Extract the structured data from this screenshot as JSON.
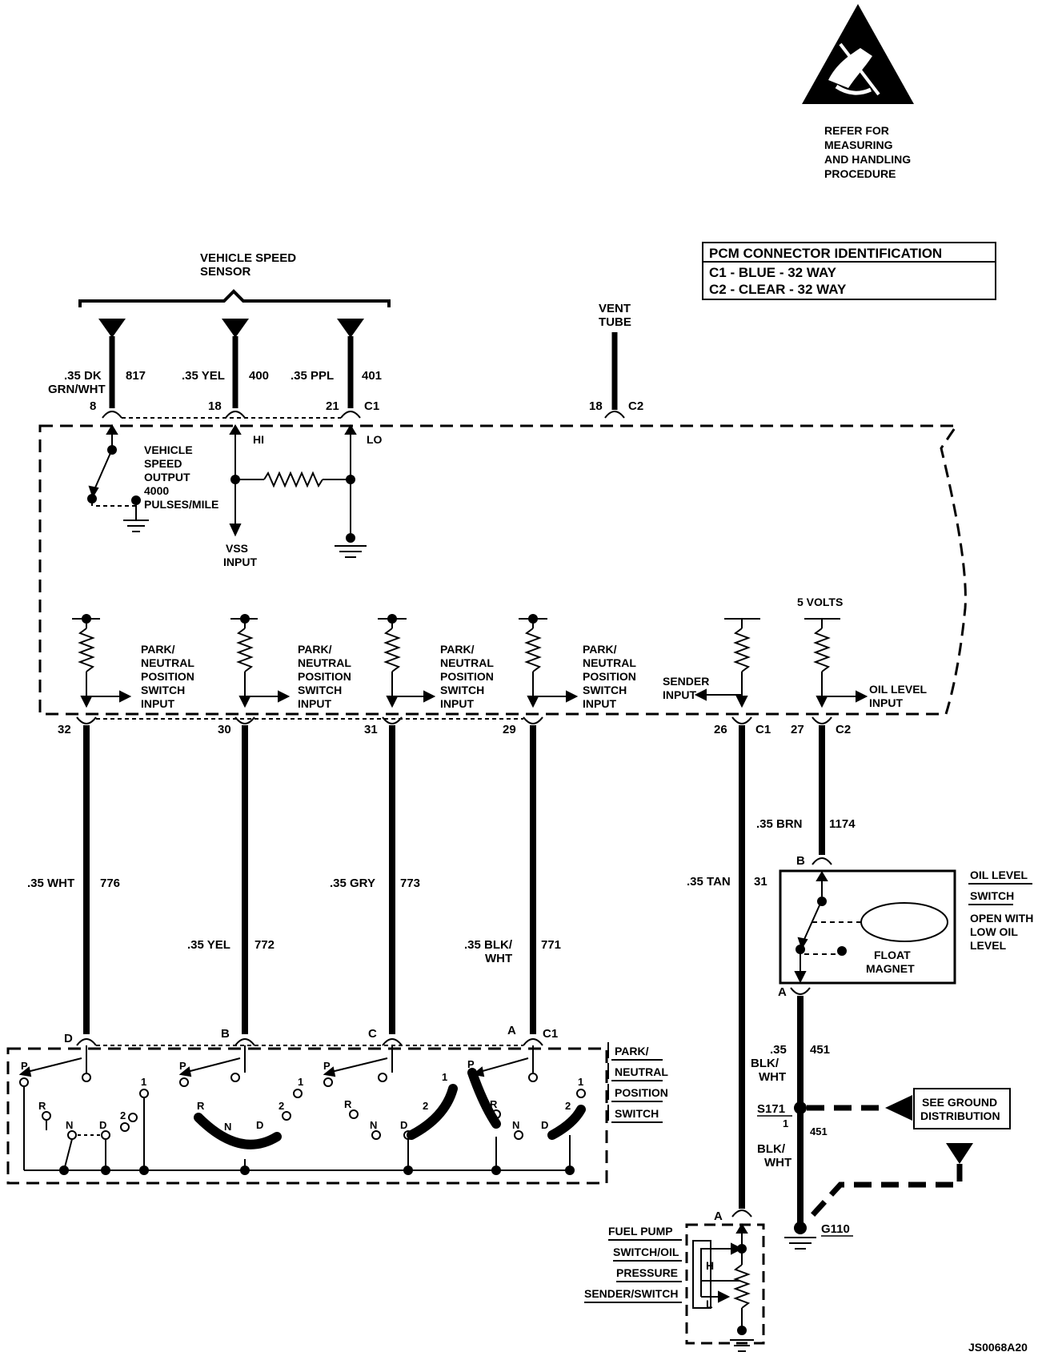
{
  "esd_note": [
    "REFER FOR",
    "MEASURING",
    "AND HANDLING",
    "PROCEDURE"
  ],
  "pcm_id": {
    "title": "PCM CONNECTOR IDENTIFICATION",
    "rows": [
      "C1  - BLUE       - 32 WAY",
      "C2  - CLEAR     - 32 WAY"
    ]
  },
  "vss": {
    "title": [
      "VEHICLE SPEED",
      "SENSOR"
    ],
    "hi": "HI",
    "lo": "LO",
    "input": [
      "VSS",
      "INPUT"
    ]
  },
  "vent_tube": {
    "label": [
      "VENT",
      "TUBE"
    ]
  },
  "vehicle_speed_output": [
    "VEHICLE",
    "SPEED",
    "OUTPUT",
    "4000",
    "PULSES/MILE"
  ],
  "pcm_pins_top": [
    "8",
    "18",
    "21",
    "18"
  ],
  "pcm_pins_bottom": [
    "32",
    "30",
    "31",
    "29",
    "26",
    "27"
  ],
  "pcm_connectors": {
    "c1": "C1",
    "c2": "C2"
  },
  "pnp_input_label": [
    "PARK/",
    "NEUTRAL",
    "POSITION",
    "SWITCH",
    "INPUT"
  ],
  "sender_input": [
    "SENDER",
    "INPUT"
  ],
  "five_volts": "5 VOLTS",
  "oil_level_input": [
    "OIL LEVEL",
    "INPUT"
  ],
  "wires": {
    "w817": {
      "gauge": [
        ".35 DK",
        "GRN/WHT"
      ],
      "circuit": "817"
    },
    "w400": {
      "gauge": ".35 YEL",
      "circuit": "400"
    },
    "w401": {
      "gauge": ".35 PPL",
      "circuit": "401"
    },
    "w776": {
      "gauge": ".35 WHT",
      "circuit": "776"
    },
    "w772": {
      "gauge": ".35 YEL",
      "circuit": "772"
    },
    "w773": {
      "gauge": ".35 GRY",
      "circuit": "773"
    },
    "w771": {
      "gauge": [
        ".35 BLK/",
        "WHT"
      ],
      "circuit": "771"
    },
    "w31": {
      "gauge": ".35 TAN",
      "circuit": "31"
    },
    "w1174": {
      "gauge": ".35 BRN",
      "circuit": "1174"
    },
    "w451": {
      "gauge": [
        ".35",
        "BLK/",
        "WHT"
      ],
      "circuit": "451"
    },
    "w451_lower": {
      "gauge": [
        "BLK/",
        "WHT"
      ],
      "circuit": "451",
      "index": "1"
    }
  },
  "pnp_pins": [
    "D",
    "B",
    "C",
    "A"
  ],
  "pnp_switch": {
    "title": [
      "PARK/",
      "NEUTRAL",
      "POSITION",
      "SWITCH"
    ],
    "positions": [
      "P",
      "R",
      "N",
      "D",
      "2",
      "1"
    ]
  },
  "oil_switch": {
    "pins": [
      "B",
      "A"
    ],
    "title": [
      "OIL LEVEL",
      "SWITCH"
    ],
    "description": [
      "OPEN WITH",
      "LOW OIL",
      "LEVEL"
    ],
    "float": [
      "FLOAT",
      "MAGNET"
    ]
  },
  "splice": {
    "label": "S171"
  },
  "see_ground": [
    "SEE GROUND",
    "DISTRIBUTION"
  ],
  "ground": {
    "label": "G110"
  },
  "fuel_pump_switch": {
    "pins": [
      "A"
    ],
    "title": [
      "FUEL PUMP",
      "SWITCH/OIL",
      "PRESSURE",
      "SENDER/SWITCH"
    ],
    "h": "H",
    "l": "L"
  },
  "figure_id": "JS0068A20"
}
